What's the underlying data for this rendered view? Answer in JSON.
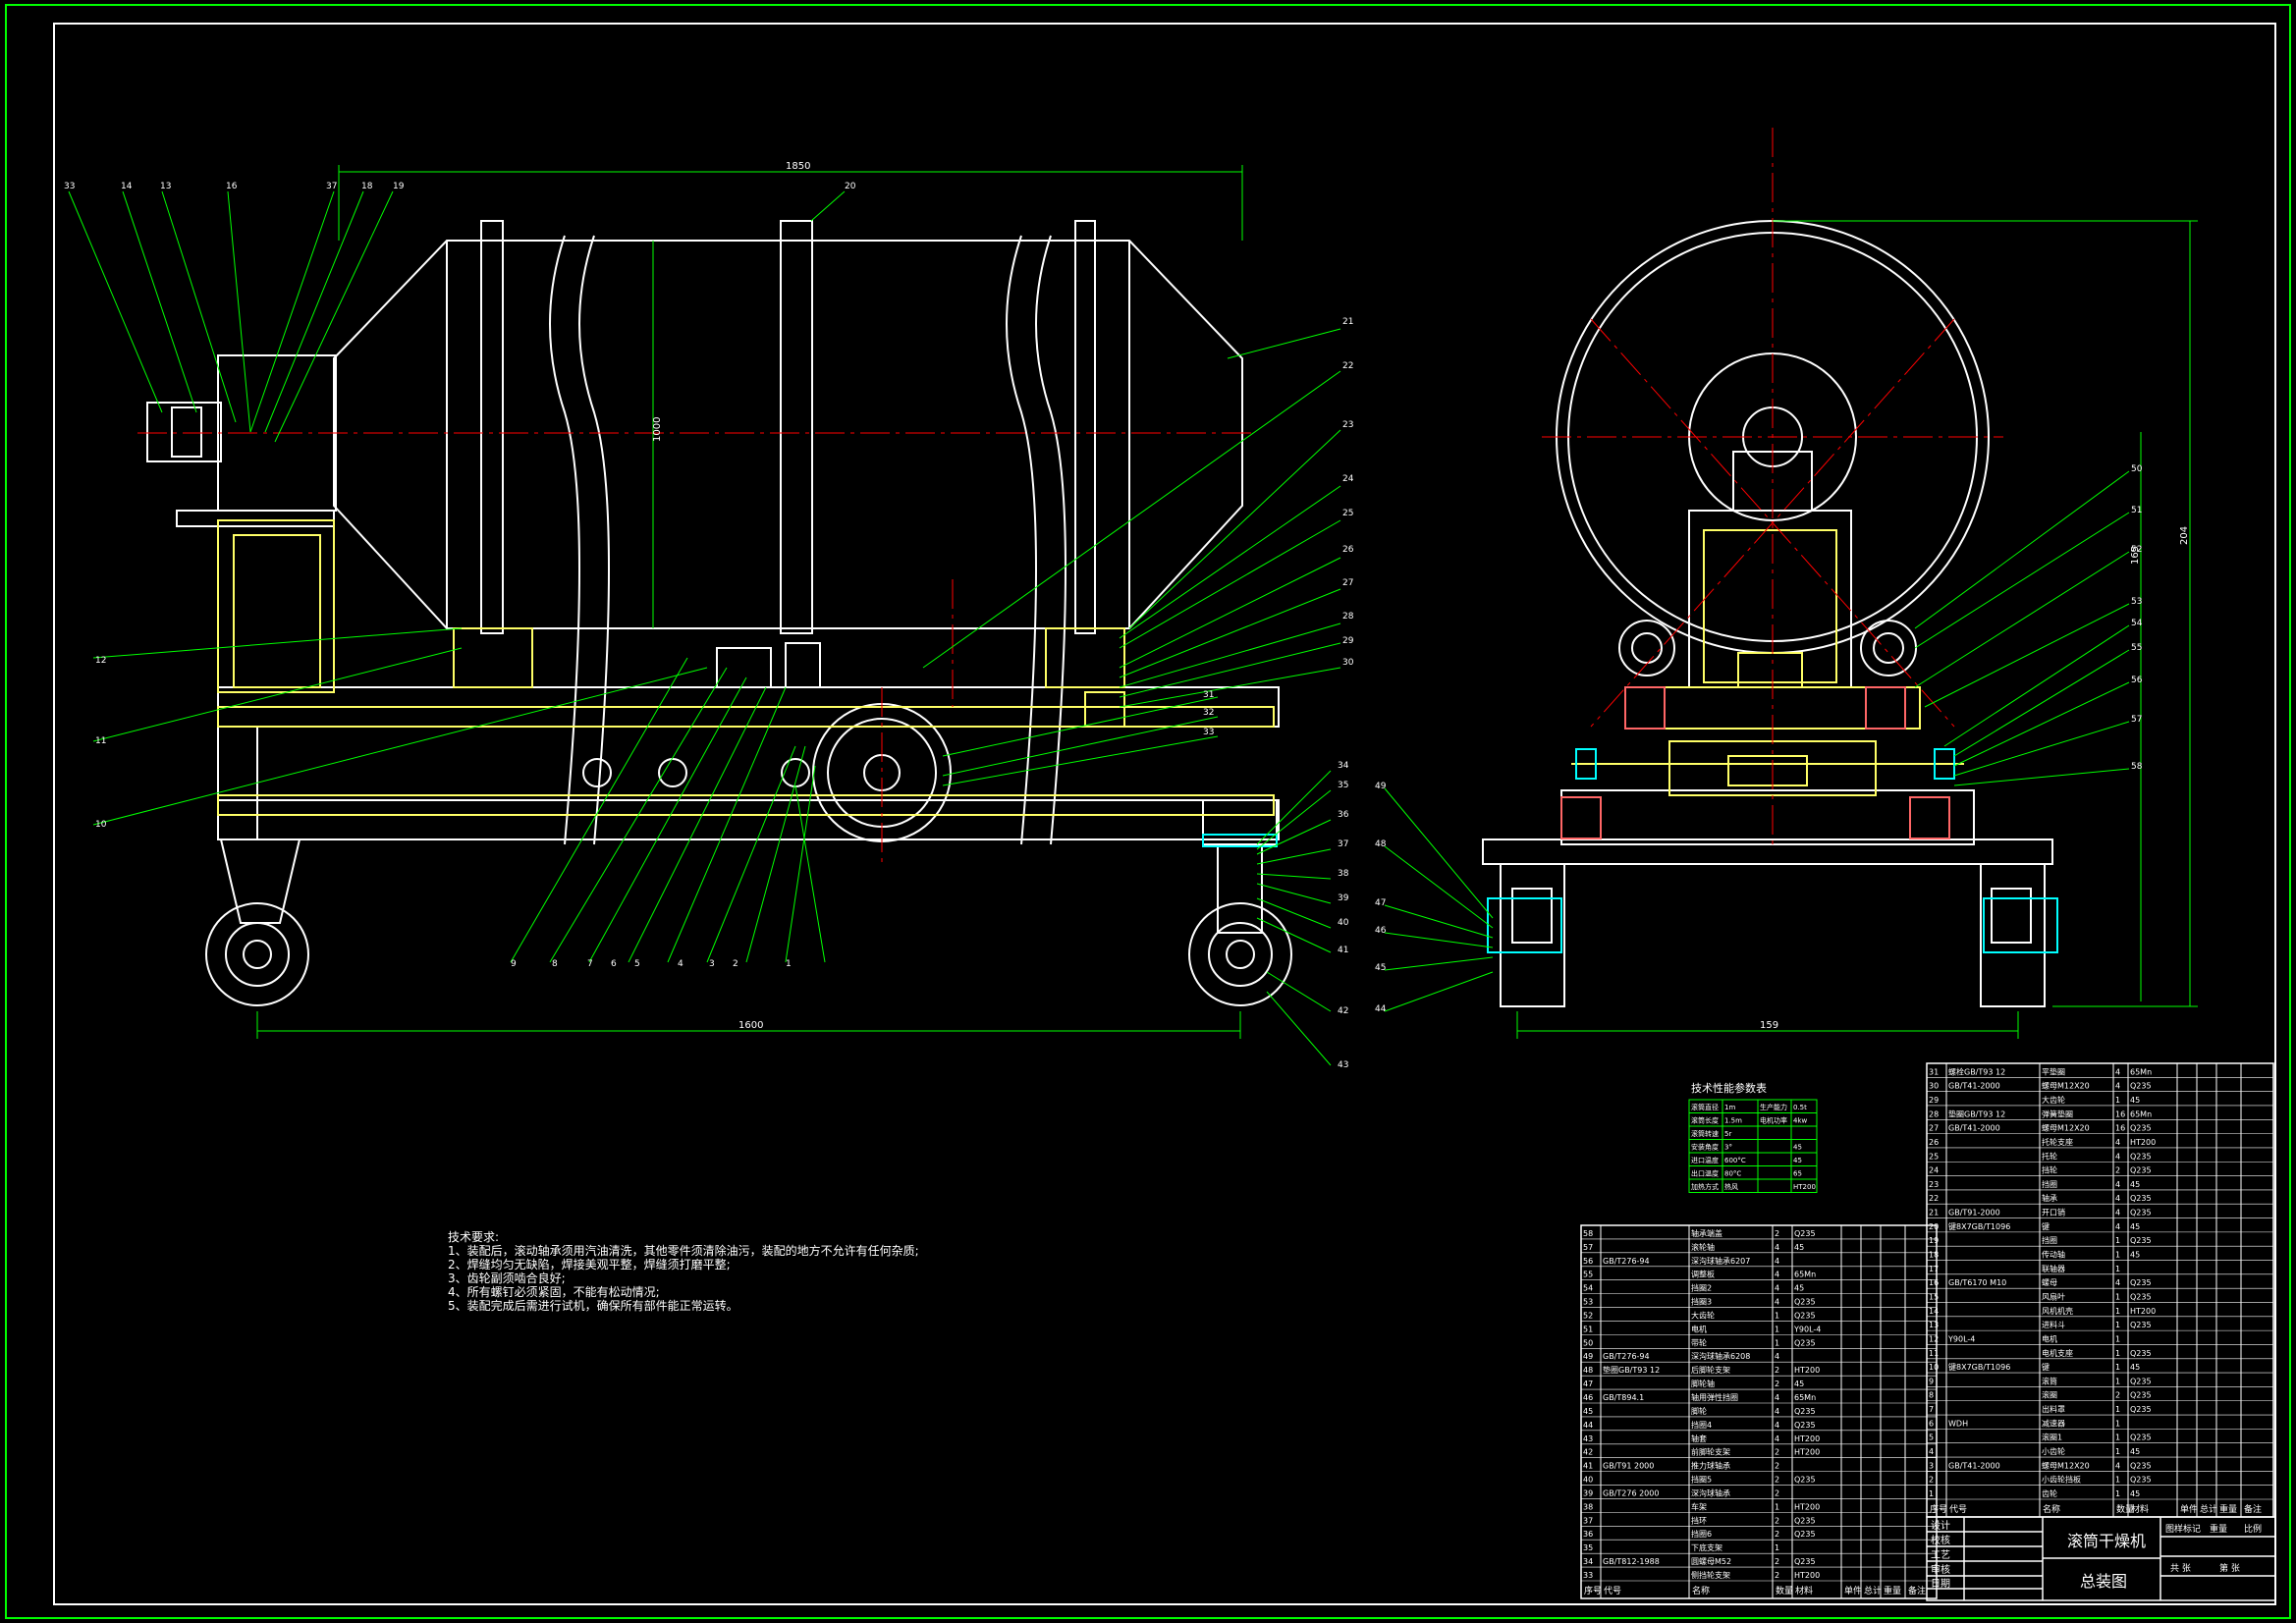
{
  "drawing": {
    "product_name": "滚筒干燥机",
    "drawing_name": "总装图",
    "tech_req_title": "技术要求:",
    "tech_requirements": [
      "1、装配后，滚动轴承须用汽油清洗，其他零件须清除油污，装配的地方不允许有任何杂质;",
      "2、焊缝均匀无缺陷，焊接美观平整，焊缝须打磨平整;",
      "3、齿轮副须啮合良好;",
      "4、所有螺钉必须紧固，不能有松动情况;",
      "5、装配完成后需进行试机，确保所有部件能正常运转。"
    ],
    "dimensions": {
      "total_length": "1850",
      "wheelbase": "1600",
      "drum_dia": "1000",
      "side_width": "159",
      "side_height": "204",
      "side_h2": "165"
    }
  },
  "callouts_left_top": [
    "33",
    "14",
    "13",
    "16",
    "37",
    "18",
    "19",
    "20"
  ],
  "callouts_right_side": [
    "21",
    "22",
    "23",
    "24",
    "25",
    "26",
    "27",
    "28",
    "29",
    "30",
    "31",
    "32",
    "33"
  ],
  "callouts_bottom": [
    "9",
    "8",
    "7",
    "6",
    "5",
    "4",
    "3",
    "2",
    "1"
  ],
  "callouts_left_side": [
    "12",
    "11",
    "10"
  ],
  "callouts_lower_right": [
    "34",
    "35",
    "36",
    "37",
    "38",
    "39",
    "40",
    "41",
    "42",
    "43"
  ],
  "callouts_side_view_right": [
    "50",
    "51",
    "52",
    "53",
    "54",
    "55",
    "56",
    "57",
    "58"
  ],
  "callouts_side_view_left": [
    "49",
    "48",
    "47",
    "46",
    "45",
    "44"
  ],
  "perf_table": {
    "title": "技术性能参数表",
    "rows": [
      [
        "滚筒直径",
        "1m",
        "生产能力",
        "0.5t"
      ],
      [
        "滚筒长度",
        "1.5m",
        "电机功率",
        "4kw"
      ],
      [
        "滚筒转速",
        "5r",
        "",
        ""
      ],
      [
        "安装角度",
        "3°",
        "",
        "45"
      ],
      [
        "进口温度",
        "600°C",
        "",
        "45"
      ],
      [
        "出口温度",
        "80°C",
        "",
        "65"
      ],
      [
        "加热方式",
        "热风",
        "",
        "HT200"
      ]
    ]
  },
  "bom_right": {
    "rows": [
      [
        "31",
        "螺栓GB/T93 12",
        "平垫圈",
        "4",
        "65Mn"
      ],
      [
        "30",
        "GB/T41-2000",
        "螺母M12X20",
        "4",
        "Q235"
      ],
      [
        "29",
        "",
        "大齿轮",
        "1",
        "45"
      ],
      [
        "28",
        "垫圈GB/T93 12",
        "弹簧垫圈",
        "16",
        "65Mn"
      ],
      [
        "27",
        "GB/T41-2000",
        "螺母M12X20",
        "16",
        "Q235"
      ],
      [
        "26",
        "",
        "托轮支座",
        "4",
        "HT200"
      ],
      [
        "25",
        "",
        "托轮",
        "4",
        "Q235"
      ],
      [
        "24",
        "",
        "挡轮",
        "2",
        "Q235"
      ],
      [
        "23",
        "",
        "挡圈",
        "4",
        "45"
      ],
      [
        "22",
        "",
        "轴承",
        "4",
        "Q235"
      ],
      [
        "21",
        "GB/T91-2000",
        "开口销",
        "4",
        "Q235"
      ],
      [
        "20",
        "键8X7GB/T1096",
        "键",
        "4",
        "45"
      ],
      [
        "19",
        "",
        "挡圈",
        "1",
        "Q235"
      ],
      [
        "18",
        "",
        "传动轴",
        "1",
        "45"
      ],
      [
        "17",
        "",
        "联轴器",
        "1",
        ""
      ],
      [
        "16",
        "GB/T6170 M10",
        "螺母",
        "4",
        "Q235"
      ],
      [
        "15",
        "",
        "风扇叶",
        "1",
        "Q235"
      ],
      [
        "14",
        "",
        "风机机壳",
        "1",
        "HT200"
      ],
      [
        "13",
        "",
        "进料斗",
        "1",
        "Q235"
      ],
      [
        "12",
        "Y90L-4",
        "电机",
        "1",
        ""
      ],
      [
        "11",
        "",
        "电机支座",
        "1",
        "Q235"
      ],
      [
        "10",
        "键8X7GB/T1096",
        "键",
        "1",
        "45"
      ],
      [
        "9",
        "",
        "滚筒",
        "1",
        "Q235"
      ],
      [
        "8",
        "",
        "滚圈",
        "2",
        "Q235"
      ],
      [
        "7",
        "",
        "出料罩",
        "1",
        "Q235"
      ],
      [
        "6",
        "WDH",
        "减速器",
        "1",
        ""
      ],
      [
        "5",
        "",
        "滚圈1",
        "1",
        "Q235"
      ],
      [
        "4",
        "",
        "小齿轮",
        "1",
        "45"
      ],
      [
        "3",
        "GB/T41-2000",
        "螺母M12X20",
        "4",
        "Q235"
      ],
      [
        "2",
        "",
        "小齿轮挡板",
        "1",
        "Q235"
      ],
      [
        "1",
        "",
        "齿轮",
        "1",
        "45"
      ]
    ],
    "header": [
      "序号",
      "代号",
      "名称",
      "数量",
      "材料",
      "单件",
      "总计",
      "重量",
      "备注"
    ]
  },
  "bom_left": {
    "rows": [
      [
        "58",
        "",
        "轴承端盖",
        "2",
        "Q235"
      ],
      [
        "57",
        "",
        "滚轮轴",
        "4",
        "45"
      ],
      [
        "56",
        "GB/T276-94",
        "深沟球轴承6207",
        "4",
        ""
      ],
      [
        "55",
        "",
        "调整板",
        "4",
        "65Mn"
      ],
      [
        "54",
        "",
        "挡圈2",
        "4",
        "45"
      ],
      [
        "53",
        "",
        "挡圈3",
        "4",
        "Q235"
      ],
      [
        "52",
        "",
        "大齿轮",
        "1",
        "Q235"
      ],
      [
        "51",
        "",
        "电机",
        "1",
        "Y90L-4"
      ],
      [
        "50",
        "",
        "带轮",
        "1",
        "Q235"
      ],
      [
        "49",
        "GB/T276-94",
        "深沟球轴承6208",
        "4",
        ""
      ],
      [
        "48",
        "垫圈GB/T93 12",
        "后脚轮支架",
        "2",
        "HT200"
      ],
      [
        "47",
        "",
        "脚轮轴",
        "2",
        "45"
      ],
      [
        "46",
        "GB/T894.1",
        "轴用弹性挡圈",
        "4",
        "65Mn"
      ],
      [
        "45",
        "",
        "脚轮",
        "4",
        "Q235"
      ],
      [
        "44",
        "",
        "挡圈4",
        "4",
        "Q235"
      ],
      [
        "43",
        "",
        "轴套",
        "4",
        "HT200"
      ],
      [
        "42",
        "",
        "前脚轮支架",
        "2",
        "HT200"
      ],
      [
        "41",
        "GB/T91 2000",
        "推力球轴承",
        "2",
        ""
      ],
      [
        "40",
        "",
        "挡圈5",
        "2",
        "Q235"
      ],
      [
        "39",
        "GB/T276 2000",
        "深沟球轴承",
        "2",
        ""
      ],
      [
        "38",
        "",
        "车架",
        "1",
        "HT200"
      ],
      [
        "37",
        "",
        "挡环",
        "2",
        "Q235"
      ],
      [
        "36",
        "",
        "挡圈6",
        "2",
        "Q235"
      ],
      [
        "35",
        "",
        "下底支架",
        "1",
        ""
      ],
      [
        "34",
        "GB/T812-1988",
        "圆螺母M52",
        "2",
        "Q235"
      ],
      [
        "33",
        "",
        "侧挡轮支架",
        "2",
        "HT200"
      ]
    ],
    "header": [
      "序号",
      "代号",
      "名称",
      "数量",
      "材料",
      "单件",
      "总计",
      "重量",
      "备注"
    ]
  },
  "title_block": {
    "labels": [
      "设计",
      "校核",
      "工艺",
      "审核",
      "日期"
    ],
    "scale_labels": [
      "图样标记",
      "重量",
      "比例"
    ],
    "sheet": [
      "共 张",
      "第 张"
    ]
  },
  "colors": {
    "line": "#ffffff",
    "frame": "#00ff00",
    "leader": "#00ff00",
    "center": "#ff0000",
    "hidden": "#ffff66",
    "cyan": "#00ffff",
    "yellow": "#ffff00"
  }
}
